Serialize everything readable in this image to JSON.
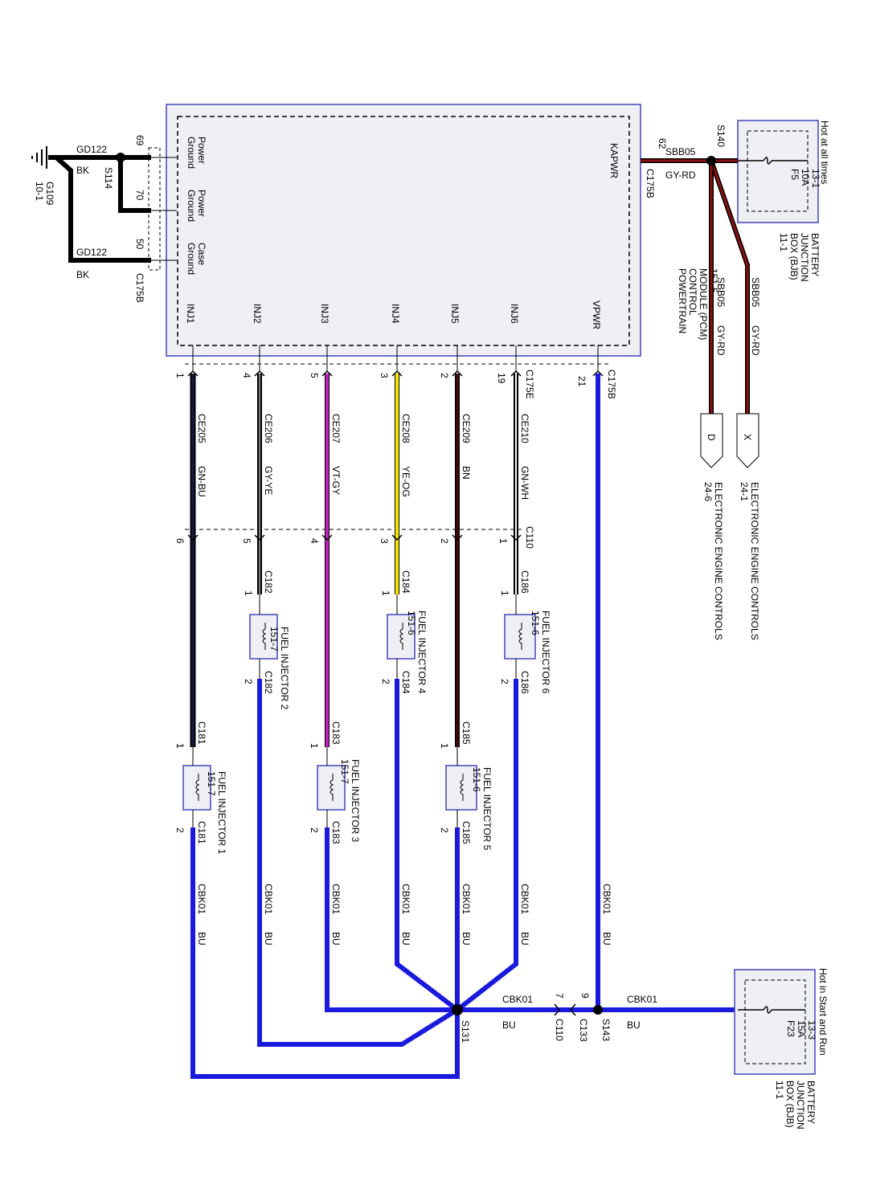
{
  "fuse_top": {
    "note": "Hot at all times",
    "fuse": "F5",
    "rating": "10A",
    "ref": "13-1",
    "box_name_1": "BATTERY",
    "box_name_2": "JUNCTION",
    "box_name_3": "BOX (BJB)",
    "box_ref": "11-1",
    "splice": "S140"
  },
  "fuse_bottom": {
    "note": "Hot in Start and Run",
    "fuse": "F23",
    "rating": "15A",
    "ref": "13-3",
    "box_name_1": "BATTERY",
    "box_name_2": "JUNCTION",
    "box_name_3": "BOX (BJB)",
    "box_ref": "11-1"
  },
  "pcm": {
    "name_1": "POWERTRAIN",
    "name_2": "CONTROL",
    "name_3": "MODULE (PCM)",
    "ref": "151-5",
    "kapwr": "KAPWR",
    "kapwr_pin": "62",
    "kapwr_conn": "C175B",
    "vpwr": "VPWR",
    "pins": {
      "pg1": "Power Ground",
      "pg2": "Power Ground",
      "cg": "Case Ground",
      "inj1": "INJ1",
      "inj2": "INJ2",
      "inj3": "INJ3",
      "inj4": "INJ4",
      "inj5": "INJ5",
      "inj6": "INJ6"
    },
    "ground_pins": [
      "69",
      "70",
      "50"
    ],
    "ground_conn": "C175B"
  },
  "ground": {
    "circuit_1": "GD122",
    "color_1": "BK",
    "circuit_2": "GD122",
    "color_2": "BK",
    "splice": "S114",
    "ground_id": "G109",
    "ground_ref": "10-1"
  },
  "kapwr_circuit": {
    "circuit": "SBB05",
    "color": "GY-RD",
    "to_x_circuit": "SBB05",
    "to_x_color": "GY-RD",
    "to_d_circuit": "SBB05",
    "to_d_color": "GY-RD"
  },
  "eec": {
    "x_label": "X",
    "x_name": "ELECTRONIC ENGINE CONTROLS",
    "x_ref": "24-1",
    "d_label": "D",
    "d_name": "ELECTRONIC ENGINE CONTROLS",
    "d_ref": "24-6"
  },
  "injector_circuits": [
    {
      "circuit": "CE205",
      "color": "GN-BU",
      "pcm_pin": "1",
      "c110_pin": "6",
      "wire_color": "#1a1a40"
    },
    {
      "circuit": "CE206",
      "color": "GY-YE",
      "pcm_pin": "4",
      "c110_pin": "5",
      "wire_color": "#000000"
    },
    {
      "circuit": "CE207",
      "color": "VT-GY",
      "pcm_pin": "5",
      "c110_pin": "4",
      "wire_color": "#c020c0"
    },
    {
      "circuit": "CE208",
      "color": "YE-OG",
      "pcm_pin": "3",
      "c110_pin": "3",
      "wire_color": "#f0e000"
    },
    {
      "circuit": "CE209",
      "color": "BN",
      "pcm_pin": "2",
      "c110_pin": "2",
      "wire_color": "#3a0a0a"
    },
    {
      "circuit": "CE210",
      "color": "GN-WH",
      "pcm_pin": "19",
      "c110_pin": "1",
      "wire_color": "#000000"
    }
  ],
  "pcm_conn_label": "C175E",
  "vpwr_conn": {
    "pin": "21",
    "conn": "C175B"
  },
  "c110_label": "C110",
  "injectors": [
    {
      "name": "FUEL INJECTOR 1",
      "ref": "151-7",
      "conn": "C181",
      "pin_in": "1",
      "pin_out": "2"
    },
    {
      "name": "FUEL INJECTOR 2",
      "ref": "151-7",
      "conn": "C182",
      "pin_in": "1",
      "pin_out": "2"
    },
    {
      "name": "FUEL INJECTOR 3",
      "ref": "151-7",
      "conn": "C183",
      "pin_in": "1",
      "pin_out": "2"
    },
    {
      "name": "FUEL INJECTOR 4",
      "ref": "151-6",
      "conn": "C184",
      "pin_in": "1",
      "pin_out": "2"
    },
    {
      "name": "FUEL INJECTOR 5",
      "ref": "151-6",
      "conn": "C185",
      "pin_in": "1",
      "pin_out": "2"
    },
    {
      "name": "FUEL INJECTOR 6",
      "ref": "151-6",
      "conn": "C186",
      "pin_in": "1",
      "pin_out": "2"
    }
  ],
  "cbk": {
    "circuit": "CBK01",
    "color": "BU",
    "splice_s131": "S131",
    "splice_s143": "S143",
    "c110_pin": "7",
    "c110": "C110",
    "c133_pin": "9",
    "c133": "C133"
  },
  "colors": {
    "bu": "#1a1adc",
    "bk": "#000000",
    "gyrd": "#7a0f0f",
    "box": "#4444bb",
    "box_fill": "#eef0f4"
  }
}
